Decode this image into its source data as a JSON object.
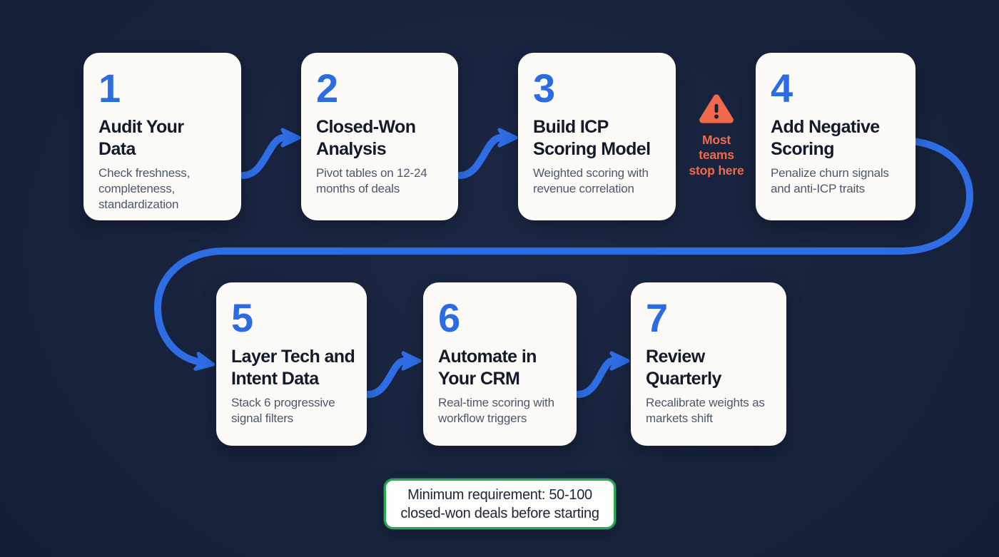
{
  "colors": {
    "background": "#152039",
    "card": "#fbfaf6",
    "accent_blue": "#2e6de4",
    "number_blue": "#2b6ce5",
    "title_text": "#121a2b",
    "description_text": "#4b5871",
    "warning_orange": "#f2684c",
    "note_green": "#2aa852",
    "note_text": "#1d2738"
  },
  "steps": [
    {
      "number": "1",
      "title_lines": [
        "Audit Your",
        "Data"
      ],
      "description": "Check freshness, completeness, standardization"
    },
    {
      "number": "2",
      "title_lines": [
        "Closed-Won",
        "Analysis"
      ],
      "description": "Pivot tables on 12-24 months of deals"
    },
    {
      "number": "3",
      "title_lines": [
        "Build ICP",
        "Scoring Model"
      ],
      "description": "Weighted scoring with revenue correlation"
    },
    {
      "number": "4",
      "title_lines": [
        "Add Negative",
        "Scoring"
      ],
      "description": "Penalize churn signals and anti-ICP traits"
    },
    {
      "number": "5",
      "title_lines": [
        "Layer Tech and",
        "Intent Data"
      ],
      "description": "Stack 6 progressive signal filters"
    },
    {
      "number": "6",
      "title_lines": [
        "Automate in",
        "Your CRM"
      ],
      "description": "Real-time scoring with workflow triggers"
    },
    {
      "number": "7",
      "title_lines": [
        "Review",
        "Quarterly"
      ],
      "description": "Recalibrate weights as markets shift"
    }
  ],
  "warning": {
    "icon": "warning-triangle-icon",
    "label_lines": [
      "Most",
      "teams",
      "stop here"
    ]
  },
  "note": {
    "lines": [
      "Minimum requirement: 50-100",
      "closed-won deals before starting"
    ]
  }
}
